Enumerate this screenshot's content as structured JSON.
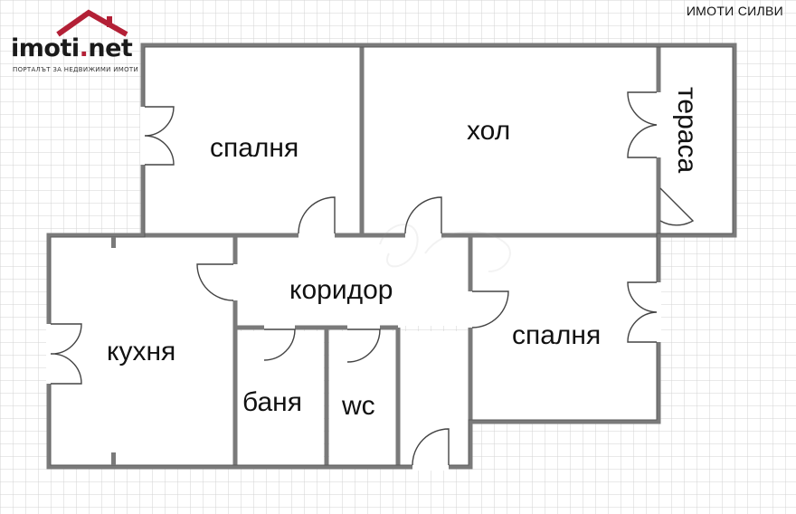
{
  "brand": "ИМОТИ СИЛВИ",
  "logo": {
    "name": "imoti",
    "dot": ".",
    "tld": "net",
    "tagline": "ПОРТАЛЪТ ЗА НЕДВИЖИМИ ИМОТИ"
  },
  "rooms": {
    "bedroom1": "спалня",
    "living": "хол",
    "terrace": "тераса",
    "corridor": "коридор",
    "bedroom2": "спалня",
    "kitchen": "кухня",
    "bathroom": "баня",
    "wc": "wc"
  },
  "colors": {
    "wall": "#7a7a7a",
    "grid": "#cfcfcf",
    "logo_accent": "#b32036"
  }
}
